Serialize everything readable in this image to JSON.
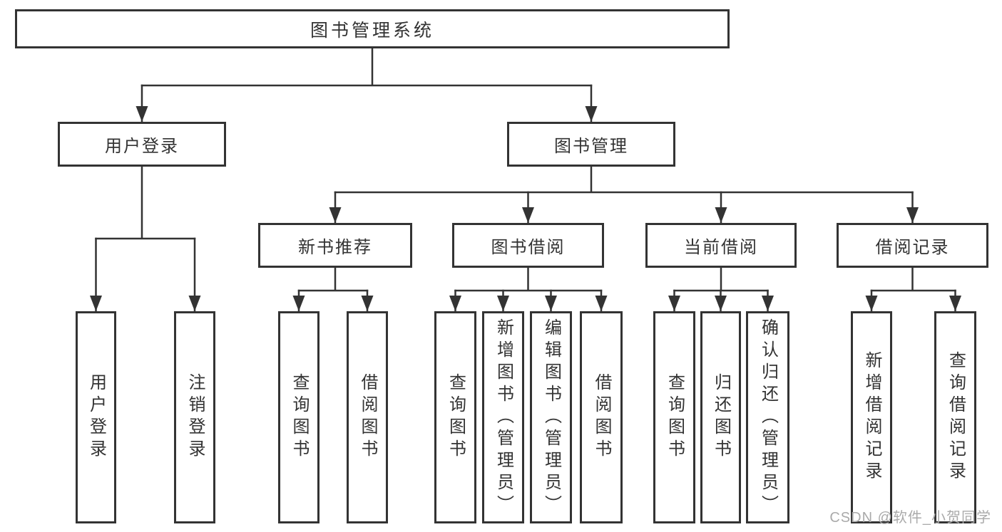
{
  "tree": {
    "label": "图书管理系统",
    "children": [
      {
        "label": "用户登录",
        "children": [
          {
            "label": "用户登录"
          },
          {
            "label": "注销登录"
          }
        ]
      },
      {
        "label": "图书管理",
        "children": [
          {
            "label": "新书推荐",
            "children": [
              {
                "label": "查询图书"
              },
              {
                "label": "借阅图书"
              }
            ]
          },
          {
            "label": "图书借阅",
            "children": [
              {
                "label": "查询图书"
              },
              {
                "label": "新增图书（管理员）"
              },
              {
                "label": "编辑图书（管理员）"
              },
              {
                "label": "借阅图书"
              }
            ]
          },
          {
            "label": "当前借阅",
            "children": [
              {
                "label": "查询图书"
              },
              {
                "label": "归还图书"
              },
              {
                "label": "确认归还（管理员）"
              }
            ]
          },
          {
            "label": "借阅记录",
            "children": [
              {
                "label": "新增借阅记录"
              },
              {
                "label": "查询借阅记录"
              }
            ]
          }
        ]
      }
    ]
  },
  "watermark": "CSDN @软件_小贺同学",
  "colors": {
    "line": "#333333",
    "box_border": "#333333",
    "box_background": "#ffffff",
    "text": "#333333",
    "watermark": "#aaaaaa",
    "page_background": "#ffffff"
  }
}
